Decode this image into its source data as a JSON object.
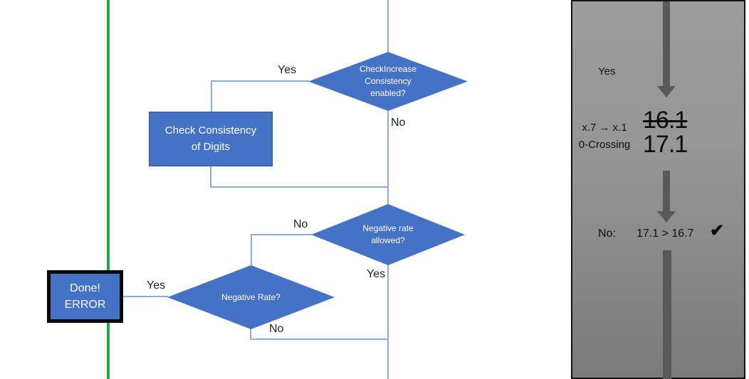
{
  "flowchart": {
    "diamond_check_increase": {
      "label": "CheckIncrease\nConsistency\nenabled?"
    },
    "diamond_negative_rate_allowed": {
      "label": "Negative rate\nallowed?"
    },
    "diamond_negative_rate": {
      "label": "Negative Rate?"
    },
    "process_box": {
      "label": "Check Consistency\nof Digits"
    },
    "done_box": {
      "label": "Done!\nERROR"
    },
    "labels": {
      "yes_check_increase": "Yes",
      "no_check_increase": "No",
      "no_rate_allowed": "No",
      "yes_rate_allowed": "Yes",
      "yes_negative_rate": "Yes",
      "no_negative_rate": "No"
    }
  },
  "side_panel": {
    "yes_label": "Yes",
    "annotation_line1": "x.7 → x.1",
    "annotation_line2": "0-Crossing",
    "old_value": "16.1",
    "new_value": "17.1",
    "result_label": "No:",
    "comparison": "17.1 > 16.7",
    "check_icon": "✔"
  },
  "colors": {
    "shape_fill": "#4472c4",
    "shape_border": "#2f528f",
    "connector_line": "#8faadc",
    "green_line": "#22a84e",
    "panel_arrow": "#595959",
    "panel_top": "#9d9d9d",
    "panel_bottom": "#7a7a7a",
    "done_box_border": "#0a0a0a"
  }
}
